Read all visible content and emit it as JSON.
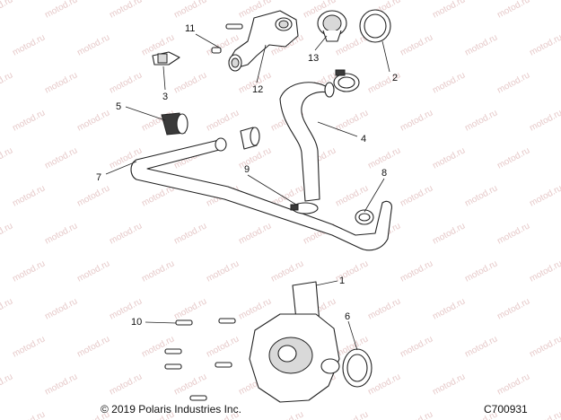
{
  "diagram": {
    "callouts": [
      "1",
      "2",
      "3",
      "4",
      "5",
      "6",
      "7",
      "8",
      "9",
      "10",
      "11",
      "12",
      "13"
    ],
    "watermark": "motod.ru",
    "copyright": "© 2019 Polaris Industries Inc.",
    "code": "C700931"
  }
}
